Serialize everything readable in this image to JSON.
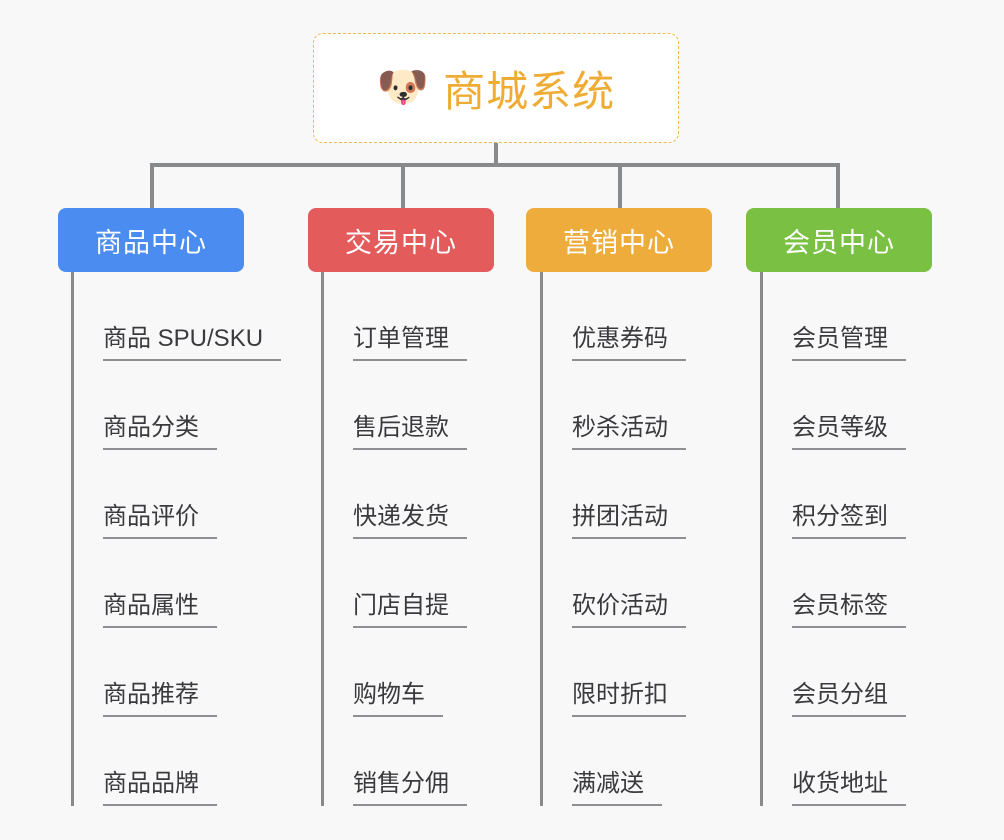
{
  "background_color": "#f8f8f8",
  "root": {
    "icon": "dog-face-icon",
    "icon_glyph": "🐶",
    "title": "商城系统",
    "text_color": "#eeac34",
    "border_color": "#f0b94a",
    "background": "#ffffff"
  },
  "connector_color": "#888a8c",
  "branches": [
    {
      "label": "商品中心",
      "color": "#4a8cf0",
      "items": [
        "商品 SPU/SKU",
        "商品分类",
        "商品评价",
        "商品属性",
        "商品推荐",
        "商品品牌"
      ]
    },
    {
      "label": "交易中心",
      "color": "#e35b5b",
      "items": [
        "订单管理",
        "售后退款",
        "快递发货",
        "门店自提",
        "购物车",
        "销售分佣"
      ]
    },
    {
      "label": "营销中心",
      "color": "#eeac3c",
      "items": [
        "优惠券码",
        "秒杀活动",
        "拼团活动",
        "砍价活动",
        "限时折扣",
        "满减送"
      ]
    },
    {
      "label": "会员中心",
      "color": "#7ac143",
      "items": [
        "会员管理",
        "会员等级",
        "积分签到",
        "会员标签",
        "会员分组",
        "收货地址"
      ]
    }
  ]
}
